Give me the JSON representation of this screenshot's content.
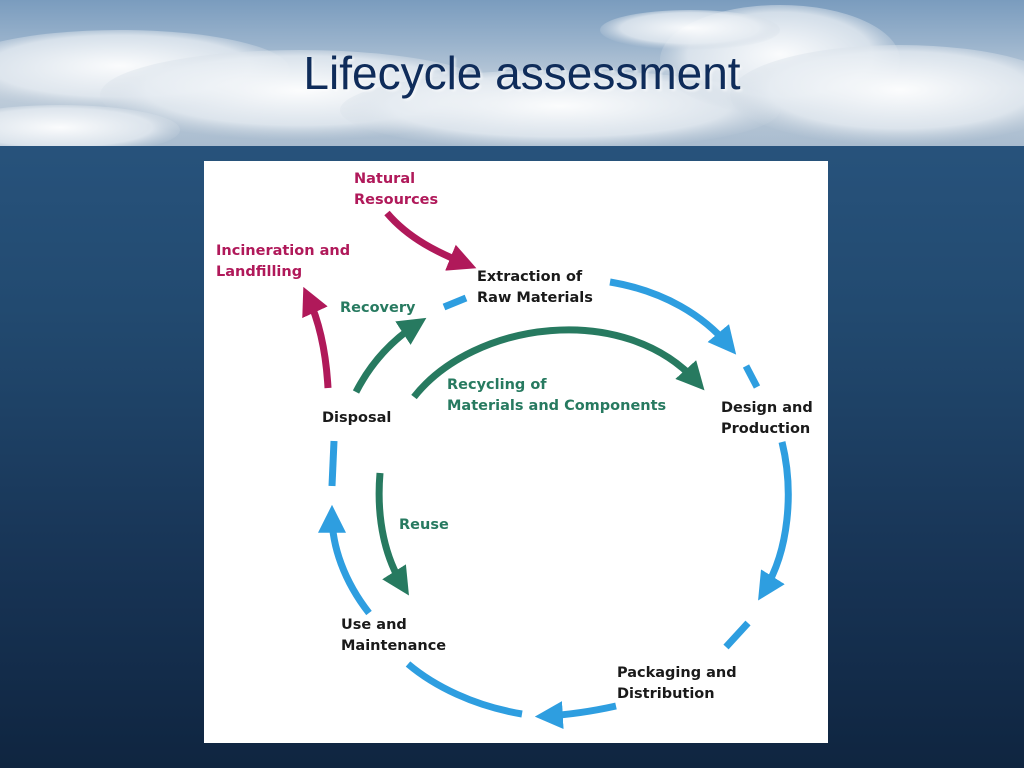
{
  "slide": {
    "title": "Lifecycle assessment"
  },
  "diagram": {
    "stages": {
      "extraction": [
        "Extraction of",
        "Raw Materials"
      ],
      "design": [
        "Design and",
        "Production"
      ],
      "packaging": [
        "Packaging and",
        "Distribution"
      ],
      "use": [
        "Use and",
        "Maintenance"
      ],
      "disposal": [
        "Disposal"
      ]
    },
    "inputs": {
      "natural_resources": [
        "Natural",
        "Resources"
      ],
      "incineration": [
        "Incineration and",
        "Landfilling"
      ]
    },
    "loops": {
      "recovery": "Recovery",
      "recycling": [
        "Recycling of",
        "Materials and Components"
      ],
      "reuse": "Reuse"
    },
    "colors": {
      "cycle": "#2e9ee0",
      "loops": "#277a60",
      "external": "#b0195a"
    }
  }
}
